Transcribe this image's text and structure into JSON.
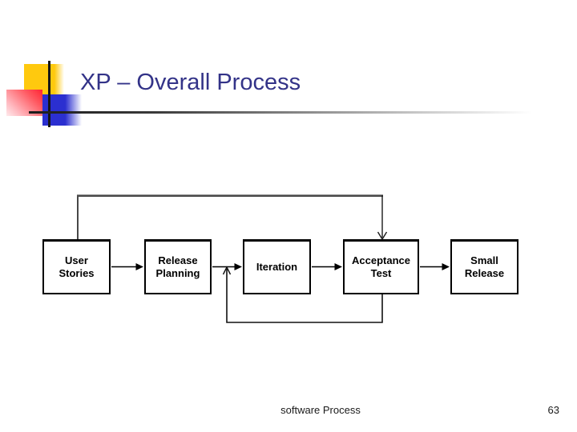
{
  "slide": {
    "title": "XP – Overall Process",
    "footer_text": "software Process",
    "slide_number": "63"
  },
  "diagram": {
    "boxes": [
      {
        "label": "User\nStories"
      },
      {
        "label": "Release\nPlanning"
      },
      {
        "label": "Iteration"
      },
      {
        "label": "Acceptance\nTest"
      },
      {
        "label": "Small\nRelease"
      }
    ],
    "flow_order": [
      "User Stories",
      "Release Planning",
      "Iteration",
      "Acceptance Test",
      "Small Release"
    ],
    "feedback_loops": [
      {
        "from": "User Stories",
        "to": "Acceptance Test",
        "route": "top"
      },
      {
        "from": "Acceptance Test",
        "to": "Release Planning → Iteration connector",
        "route": "bottom"
      }
    ]
  },
  "colors": {
    "title_text": "#333388",
    "accent_yellow": "#FFC90E",
    "accent_red": "#FF2433",
    "accent_blue": "#2B2FD0",
    "connector": "#000000",
    "top_connector_gray": "#4A4A4A"
  }
}
